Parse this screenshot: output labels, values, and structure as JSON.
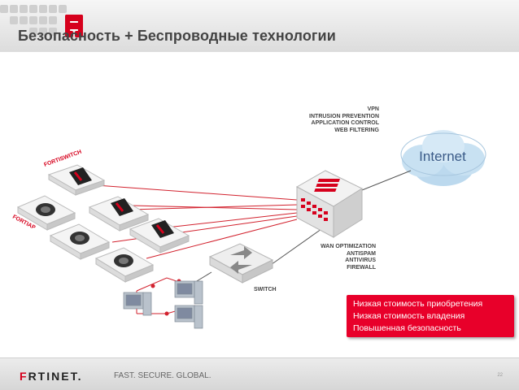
{
  "slide": {
    "title": "Безопасность + Беспроводные технологии"
  },
  "labels": {
    "services_top": [
      "VPN",
      "INTRUSION PREVENTION",
      "APPLICATION CONTROL",
      "WEB FILTERING"
    ],
    "services_bottom": [
      "WAN OPTIMIZATION",
      "ANTISPAM",
      "ANTIVIRUS",
      "FIREWALL"
    ],
    "cloud": "Internet",
    "switch": "SWITCH",
    "fortiswitch": "FORTISWITCH",
    "fortiap": "FORTIAP"
  },
  "benefits": [
    "Низкая стоимость приобретения",
    "Низкая стоимость владения",
    "Повышенная безопасность"
  ],
  "footer": {
    "brand_prefix": "F",
    "brand_rest": "RTINET.",
    "tagline": "FAST. SECURE. GLOBAL.",
    "page": "22"
  },
  "colors": {
    "accent": "#e8002a",
    "link_red": "#d2222e",
    "title_gray": "#444444"
  }
}
